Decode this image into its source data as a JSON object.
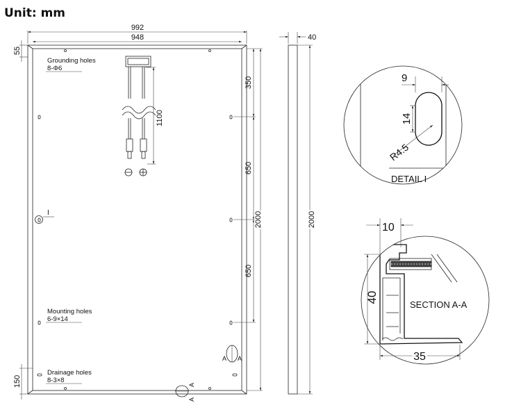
{
  "title": "Unit: mm",
  "front_view": {
    "width_outer": "992",
    "width_inner": "948",
    "top_offset": "55",
    "grounding_label": "Grounding holes",
    "grounding_spec": "8-Φ6",
    "cable_length": "1100",
    "dim_350": "350",
    "dim_650_top": "650",
    "dim_650_bottom": "650",
    "height_inner": "2000",
    "mounting_label": "Mounting holes",
    "mounting_spec": "6-9×14",
    "drainage_label": "Drainage holes",
    "drainage_spec": "8-3×8",
    "bottom_offset": "150",
    "detail_marker": "I",
    "section_marker": "A"
  },
  "side_view": {
    "thickness": "40",
    "height": "2000"
  },
  "detail": {
    "width": "9",
    "length": "14",
    "radius": "R4.5",
    "label": "DETAIL I"
  },
  "section": {
    "top_width": "10",
    "height": "40",
    "bottom_width": "35",
    "label": "SECTION A-A"
  }
}
